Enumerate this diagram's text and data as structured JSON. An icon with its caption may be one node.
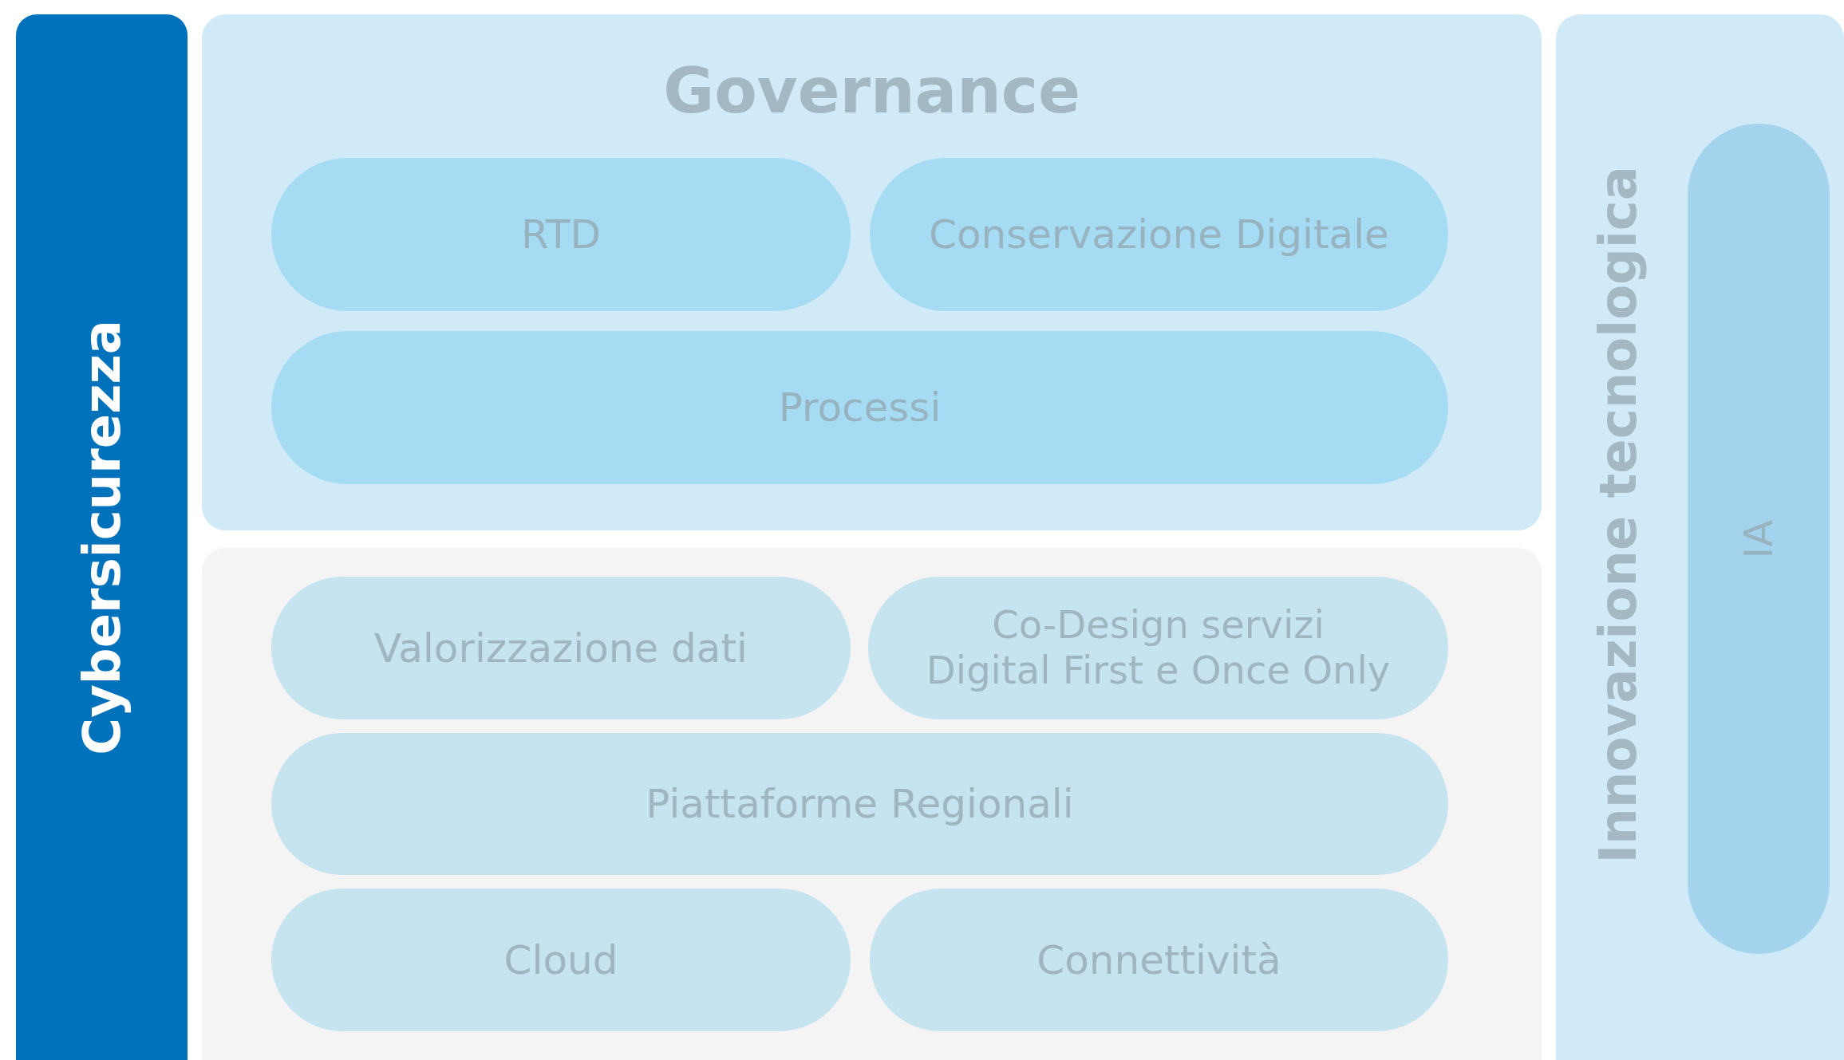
{
  "diagram": {
    "nodes": [
      {
        "text": [
          "Cybersicurezza"
        ]
      },
      {
        "text": [
          "Governance"
        ]
      },
      {
        "text": [
          "RTD"
        ],
        "in": 1
      },
      {
        "text": [
          "Conservazione Digitale"
        ],
        "in": 1
      },
      {
        "text": [
          "Processi"
        ],
        "in": 1
      },
      {
        "text": [],
        "shape": "box"
      },
      {
        "text": [
          "Valorizzazione dati"
        ],
        "in": 5
      },
      {
        "text": [
          "Co-Design servizi Digital First e Once Only"
        ],
        "in": 5
      },
      {
        "text": [
          "Piattaforme Regionali"
        ],
        "in": 5
      },
      {
        "text": [
          "Cloud"
        ],
        "in": 5
      },
      {
        "text": [
          "Connettività"
        ],
        "in": 5
      },
      {
        "text": [
          "Innovazione tecnologica"
        ]
      },
      {
        "text": [
          "IA"
        ],
        "in": 11
      }
    ]
  }
}
